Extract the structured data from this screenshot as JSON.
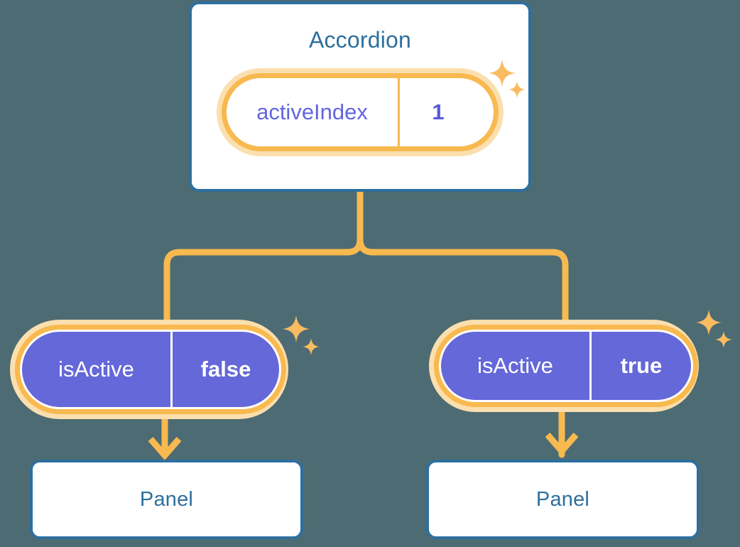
{
  "theme": {
    "background": "#4d6b73",
    "card_border": "#2e6f9e",
    "card_fill": "#ffffff",
    "title_text": "#2d6f9e",
    "pill_ring": "#f8b94f",
    "pill_halo": "#fbdfae",
    "pill_solid_fill": "#6568d8",
    "pill_light_text": "#6366e0",
    "connector": "#f8b94f",
    "sparkle": "#f9bc61"
  },
  "diagram": {
    "root": {
      "title": "Accordion",
      "state": {
        "key": "activeIndex",
        "value": "1",
        "style": "light"
      }
    },
    "children": [
      {
        "id": "left",
        "state": {
          "key": "isActive",
          "value": "false",
          "style": "solid"
        },
        "panel": {
          "title": "Panel"
        }
      },
      {
        "id": "right",
        "state": {
          "key": "isActive",
          "value": "true",
          "style": "solid"
        },
        "panel": {
          "title": "Panel"
        }
      }
    ]
  },
  "icons": {
    "sparkle_large": "sparkle-icon",
    "sparkle_small": "sparkle-icon-small",
    "arrow_down": "arrow-down-icon"
  }
}
